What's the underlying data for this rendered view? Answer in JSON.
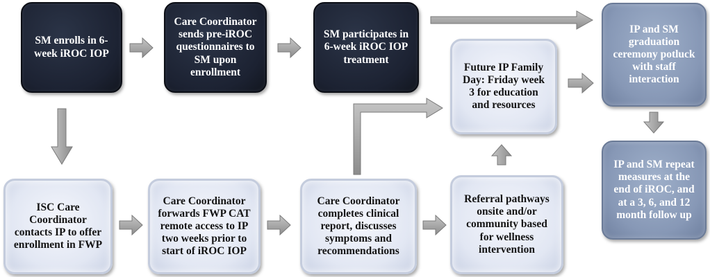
{
  "boxes": {
    "enroll": "SM enrolls in 6-week iROC IOP",
    "questionnaires": "Care Coordinator sends pre-iROC questionnaires to SM upon enrollment",
    "treatment": "SM participates in 6-week iROC IOP treatment",
    "graduation": "IP and SM graduation ceremony potluck with staff interaction",
    "family_day": "Future IP Family Day: Friday week 3 for education and resources",
    "repeat_measures": "IP and SM repeat measures at the end of iROC, and at a 3, 6, and 12 month follow up",
    "isc_contact": "ISC Care Coordinator contacts IP to offer enrollment in FWP",
    "forwards_cat": "Care Coordinator forwards FWP CAT remote access to IP two weeks prior to start of iROC IOP",
    "clinical_report": "Care Coordinator completes clinical report, discusses symptoms and recommendations",
    "referral": "Referral pathways onsite and/or community based for wellness intervention"
  },
  "colors": {
    "dark_box": "#1c2232",
    "light_box": "#e2e7f3",
    "steel_box": "#8798b6",
    "arrow_fill": "#a8a8a8",
    "arrow_stroke": "#7a7a7a"
  }
}
